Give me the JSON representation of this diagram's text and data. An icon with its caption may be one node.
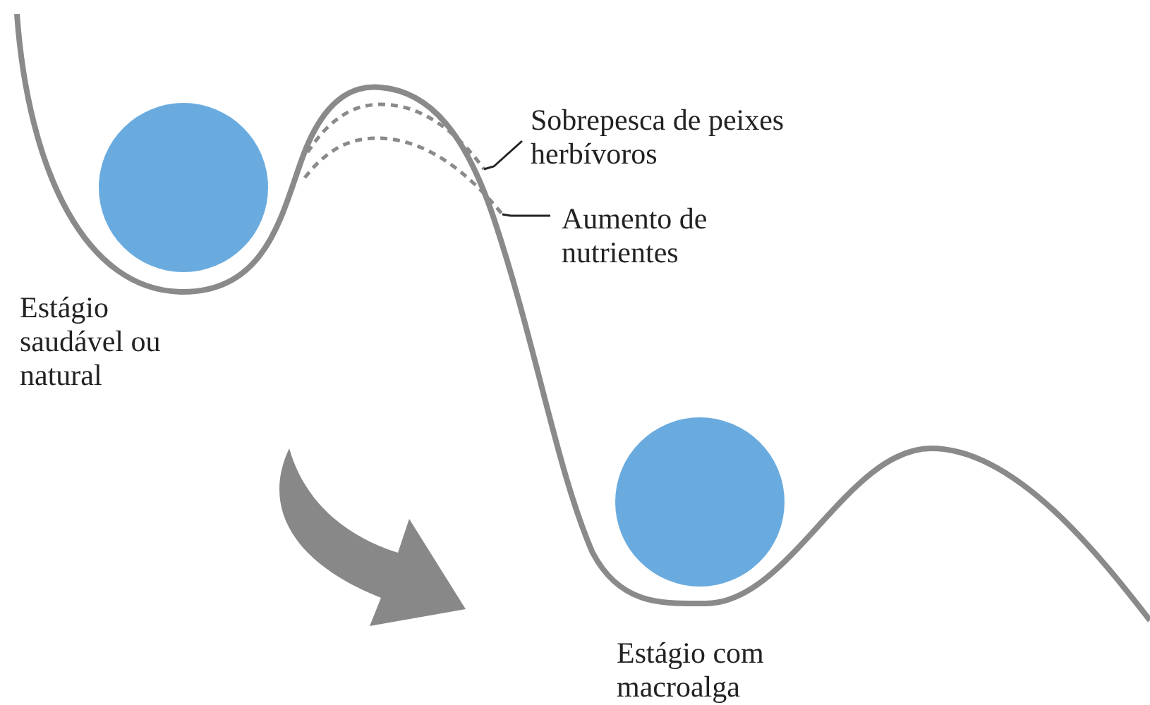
{
  "diagram": {
    "nodes": [
      {
        "text": [],
        "shape": "circle",
        "beside": [
          "Estágio saudável ou natural"
        ]
      },
      {
        "text": [],
        "shape": "circle",
        "beside": [
          "Estágio com macroalga"
        ]
      },
      {
        "text": [
          "Sobrepesca de peixes herbívoros"
        ]
      },
      {
        "text": [],
        "shape": "line"
      },
      {
        "text": [],
        "shape": "line"
      },
      {
        "text": [
          "Aumento de nutrientes"
        ]
      }
    ],
    "edges": [
      {
        "from": 2,
        "to": 3,
        "arrow": "none"
      },
      {
        "from": 5,
        "to": 4,
        "arrow": "none"
      }
    ]
  }
}
